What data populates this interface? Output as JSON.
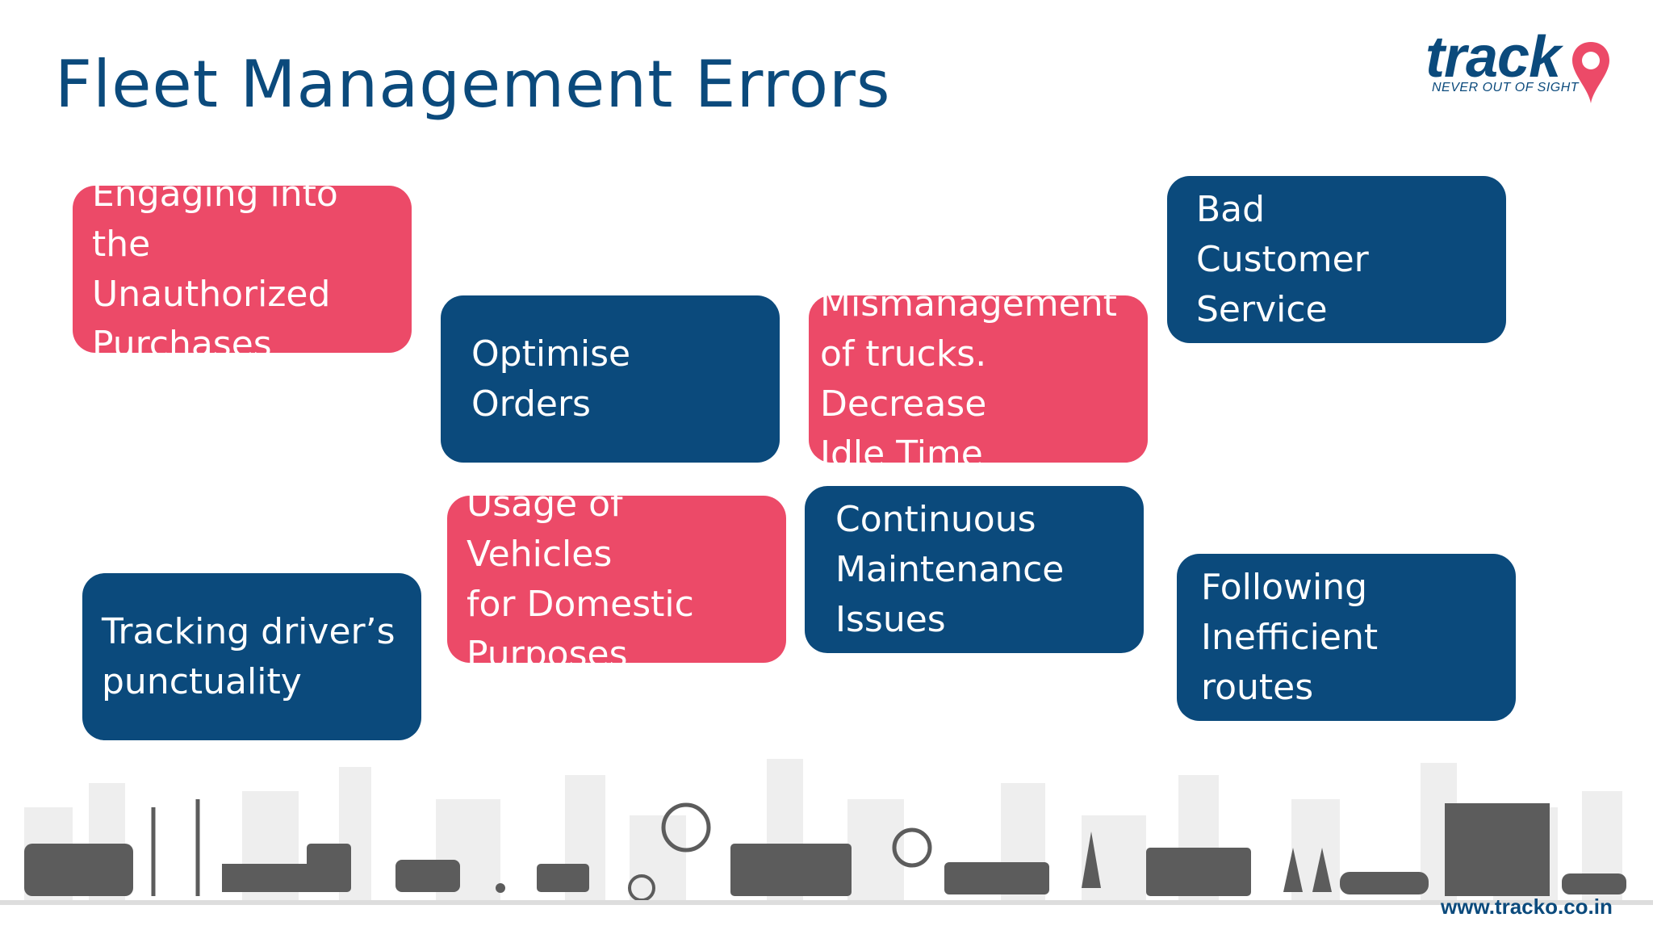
{
  "title": "Fleet Management Errors",
  "logo": {
    "word": "track",
    "tagline": "NEVER OUT OF SIGHT",
    "colors": {
      "brand_blue": "#0b4a7c",
      "pin_pink": "#ec4a68"
    }
  },
  "boxes": [
    {
      "text": "Engaging into\nthe Unauthorized\nPurchases",
      "color": "pink"
    },
    {
      "text": "Optimise Orders",
      "color": "blue"
    },
    {
      "text": "Mismanagement\nof trucks. Decrease\nIdle Time",
      "color": "pink"
    },
    {
      "text": "Bad\nCustomer Service",
      "color": "blue"
    },
    {
      "text": "Tracking driver’s\npunctuality",
      "color": "blue"
    },
    {
      "text": "Usage of Vehicles\nfor Domestic\nPurposes",
      "color": "pink"
    },
    {
      "text": "Continuous\nMaintenance\nIssues",
      "color": "blue"
    },
    {
      "text": "Following\nInefficient routes",
      "color": "blue"
    }
  ],
  "footer": {
    "url": "www.tracko.co.in"
  },
  "illustration": "city-skyline-with-vehicles"
}
